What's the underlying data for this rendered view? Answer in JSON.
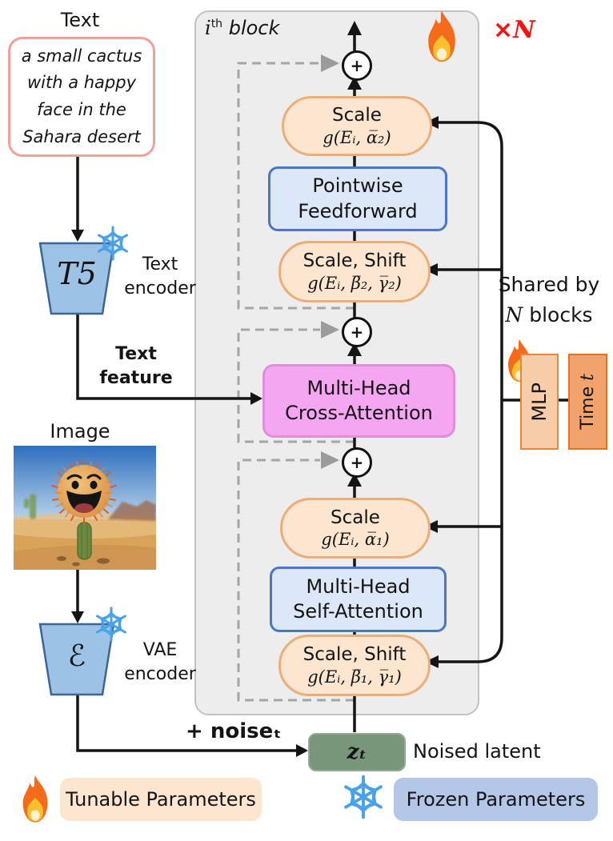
{
  "text_input": {
    "label": "Text",
    "prompt_lines": [
      "a small cactus",
      "with a happy",
      "face in the",
      "Sahara desert"
    ]
  },
  "image_input": {
    "label": "Image"
  },
  "encoders": {
    "t5": {
      "symbol": "T5",
      "caption_line1": "Text",
      "caption_line2": "encoder",
      "icon": "snowflake-icon"
    },
    "vae": {
      "symbol": "ℰ",
      "caption_line1": "VAE",
      "caption_line2": "encoder",
      "icon": "snowflake-icon"
    }
  },
  "text_feature": {
    "line1": "Text",
    "line2": "feature"
  },
  "block": {
    "title": {
      "i": "i",
      "sup": "th",
      "rest": "block"
    },
    "repeat": {
      "times": "×",
      "n": "N"
    },
    "plus": "+",
    "fire_icon": "fire-icon",
    "scale2": {
      "line1": "Scale",
      "line2": "g(Eᵢ, α̅₂)"
    },
    "ffn": {
      "line1": "Pointwise",
      "line2": "Feedforward"
    },
    "scale_shift2": {
      "line1": "Scale, Shift",
      "line2": "g(Eᵢ, β̅₂, γ̅₂)"
    },
    "cross_attn": {
      "line1": "Multi-Head",
      "line2": "Cross-Attention"
    },
    "scale1": {
      "line1": "Scale",
      "line2": "g(Eᵢ, α̅₁)"
    },
    "self_attn": {
      "line1": "Multi-Head",
      "line2": "Self-Attention"
    },
    "scale_shift1": {
      "line1": "Scale, Shift",
      "line2": "g(Eᵢ, β̅₁, γ̅₁)"
    }
  },
  "conditioning": {
    "shared_line1": "Shared by",
    "shared_n": "N",
    "shared_rest": " blocks",
    "mlp_label": "MLP",
    "time_label": "Time ",
    "time_var": "t",
    "fire_icon": "fire-icon"
  },
  "latent": {
    "noise_label": "+ noiseₜ",
    "z_label": "zₜ",
    "caption": "Noised latent"
  },
  "legend": {
    "tunable_label": "Tunable Parameters",
    "frozen_label": "Frozen Parameters",
    "tunable_icon": "fire-icon",
    "frozen_icon": "snowflake-icon"
  },
  "colors": {
    "tunable_fill": "#FCE6CF",
    "frozen_fill": "#B5C7E7",
    "attention_pink": "#F4A6F0",
    "encoder_blue": "#9CC3E6",
    "latent_green": "#78977A",
    "block_gray": "#EDEDED",
    "accent_red": "#FF1010"
  }
}
